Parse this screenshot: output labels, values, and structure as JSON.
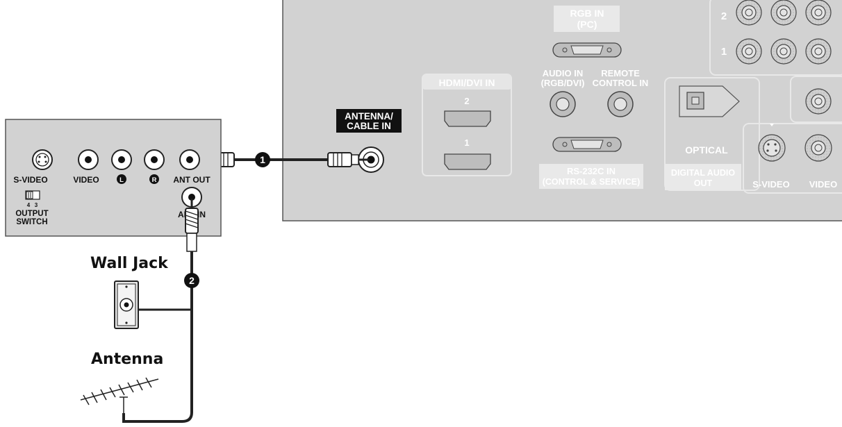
{
  "tv_panel": {
    "rgb_in_line1": "RGB IN",
    "rgb_in_line2": "(PC)",
    "hdmi_in": "HDMI/DVI IN",
    "hdmi_port_2": "2",
    "hdmi_port_1": "1",
    "audio_in_line1": "AUDIO IN",
    "audio_in_line2": "(RGB/DVI)",
    "remote_line1": "REMOTE",
    "remote_line2": "CONTROL IN",
    "rs232_line1": "RS-232C IN",
    "rs232_line2": "(CONTROL & SERVICE)",
    "optical": "OPTICAL",
    "digital_audio_line1": "DIGITAL AUDIO",
    "digital_audio_line2": "OUT",
    "svideo": "S-VIDEO",
    "video": "VIDEO",
    "component_row_2": "2",
    "component_row_1": "1",
    "antenna_in_line1": "ANTENNA/",
    "antenna_in_line2": "CABLE IN"
  },
  "cable_box": {
    "svideo": "S-VIDEO",
    "video": "VIDEO",
    "left": "L",
    "right": "R",
    "ant_out": "ANT OUT",
    "ant_in": "ANT IN",
    "switch_4": "4",
    "switch_3": "3",
    "output_line1": "OUTPUT",
    "output_line2": "SWITCH"
  },
  "labels": {
    "wall_jack": "Wall Jack",
    "antenna": "Antenna"
  },
  "steps": {
    "one": "1",
    "two": "2"
  }
}
